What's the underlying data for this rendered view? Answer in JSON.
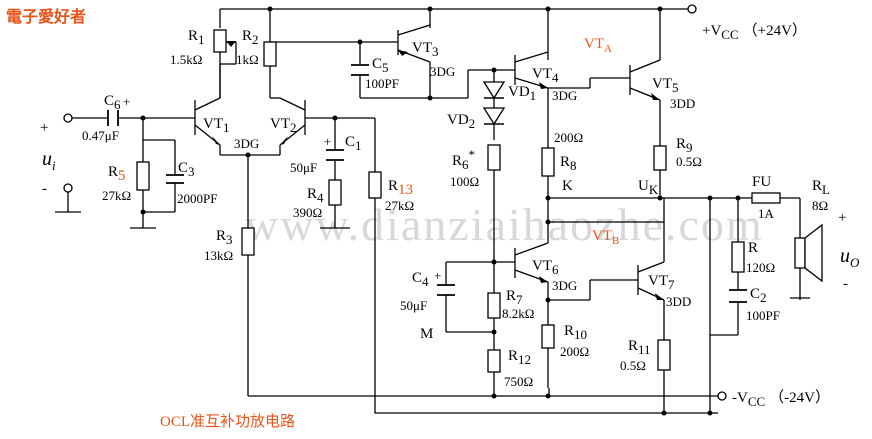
{
  "site_logo": "電子愛好者",
  "watermark": "www.dianziaihaozhe.com",
  "caption": "OCL准互补功放电路",
  "supply": {
    "pos": "+V",
    "pos_sub": "CC",
    "pos_val": "（+24V）",
    "neg": "-V",
    "neg_sub": "CC",
    "neg_val": "（-24V）"
  },
  "input": {
    "plus": "+",
    "minus": "-",
    "u": "u",
    "u_sub": "i"
  },
  "output": {
    "plus": "+",
    "minus": "-",
    "u": "u",
    "u_sub": "O"
  },
  "components": {
    "R1": {
      "name": "R",
      "sub": "1",
      "value": "1.5kΩ"
    },
    "R2": {
      "name": "R",
      "sub": "2",
      "value": "1kΩ"
    },
    "R3": {
      "name": "R",
      "sub": "3",
      "value": "13kΩ"
    },
    "R4": {
      "name": "R",
      "sub": "4",
      "value": "390Ω"
    },
    "R5": {
      "name": "R",
      "sub": "5",
      "value": "27kΩ"
    },
    "R6": {
      "name": "R",
      "sub": "6",
      "sup": "*",
      "value": "100Ω"
    },
    "R7": {
      "name": "R",
      "sub": "7",
      "value": "8.2kΩ"
    },
    "R8": {
      "name": "R",
      "sub": "8",
      "value": "200Ω"
    },
    "R9": {
      "name": "R",
      "sub": "9",
      "value": "0.5Ω"
    },
    "R10": {
      "name": "R",
      "sub": "10",
      "value": "200Ω"
    },
    "R11": {
      "name": "R",
      "sub": "11",
      "value": "0.5Ω"
    },
    "R12": {
      "name": "R",
      "sub": "12",
      "value": "750Ω"
    },
    "R13": {
      "name": "R",
      "sub": "13",
      "value": "27kΩ"
    },
    "R": {
      "name": "R",
      "value": "120Ω"
    },
    "RL": {
      "name": "R",
      "sub": "L",
      "value": "8Ω"
    },
    "C1": {
      "name": "C",
      "sub": "1",
      "value": "50μF"
    },
    "C2": {
      "name": "C",
      "sub": "2",
      "value": "100PF"
    },
    "C3": {
      "name": "C",
      "sub": "3",
      "value": "2000PF"
    },
    "C4": {
      "name": "C",
      "sub": "4",
      "value": "50μF"
    },
    "C5": {
      "name": "C",
      "sub": "5",
      "value": "100PF"
    },
    "C6": {
      "name": "C",
      "sub": "6",
      "value": "0.47μF"
    },
    "FU": {
      "name": "FU",
      "value": "1A"
    },
    "VD1": {
      "name": "VD",
      "sub": "1"
    },
    "VD2": {
      "name": "VD",
      "sub": "2"
    }
  },
  "transistors": {
    "VT1": {
      "name": "VT",
      "sub": "1",
      "type": "3DG"
    },
    "VT2": {
      "name": "VT",
      "sub": "2"
    },
    "VT3": {
      "name": "VT",
      "sub": "3",
      "type": "3DG"
    },
    "VT4": {
      "name": "VT",
      "sub": "4",
      "type": "3DG"
    },
    "VT5": {
      "name": "VT",
      "sub": "5",
      "type": "3DD"
    },
    "VT6": {
      "name": "VT",
      "sub": "6",
      "type": "3DG"
    },
    "VT7": {
      "name": "VT",
      "sub": "7",
      "type": "3DD"
    }
  },
  "groups": {
    "VTA": {
      "name": "VT",
      "sub": "A"
    },
    "VTB": {
      "name": "VT",
      "sub": "B"
    }
  },
  "nodes": {
    "K": "K",
    "M": "M",
    "UK": "U",
    "UK_sub": "K"
  },
  "colors": {
    "accent": "#e8541a",
    "wire": "#000000",
    "watermark": "#d8d8d8"
  }
}
